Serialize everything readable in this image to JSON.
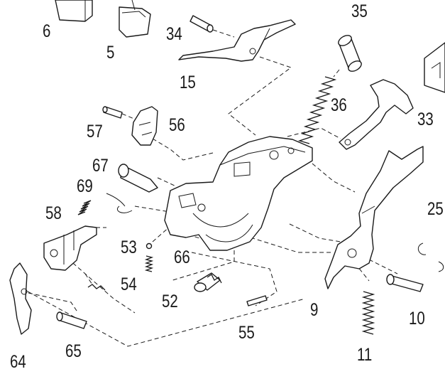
{
  "diagram": {
    "callouts": {
      "p6": "6",
      "p5": "5",
      "p34": "34",
      "p35": "35",
      "p15": "15",
      "p36": "36",
      "p33": "33",
      "p57": "57",
      "p56": "56",
      "p67": "67",
      "p69": "69",
      "p25": "25",
      "p58": "58",
      "p53": "53",
      "p66": "66",
      "p54": "54",
      "p52": "52",
      "p9": "9",
      "p10": "10",
      "p55": "55",
      "p11": "11",
      "p64": "64",
      "p65": "65"
    }
  }
}
